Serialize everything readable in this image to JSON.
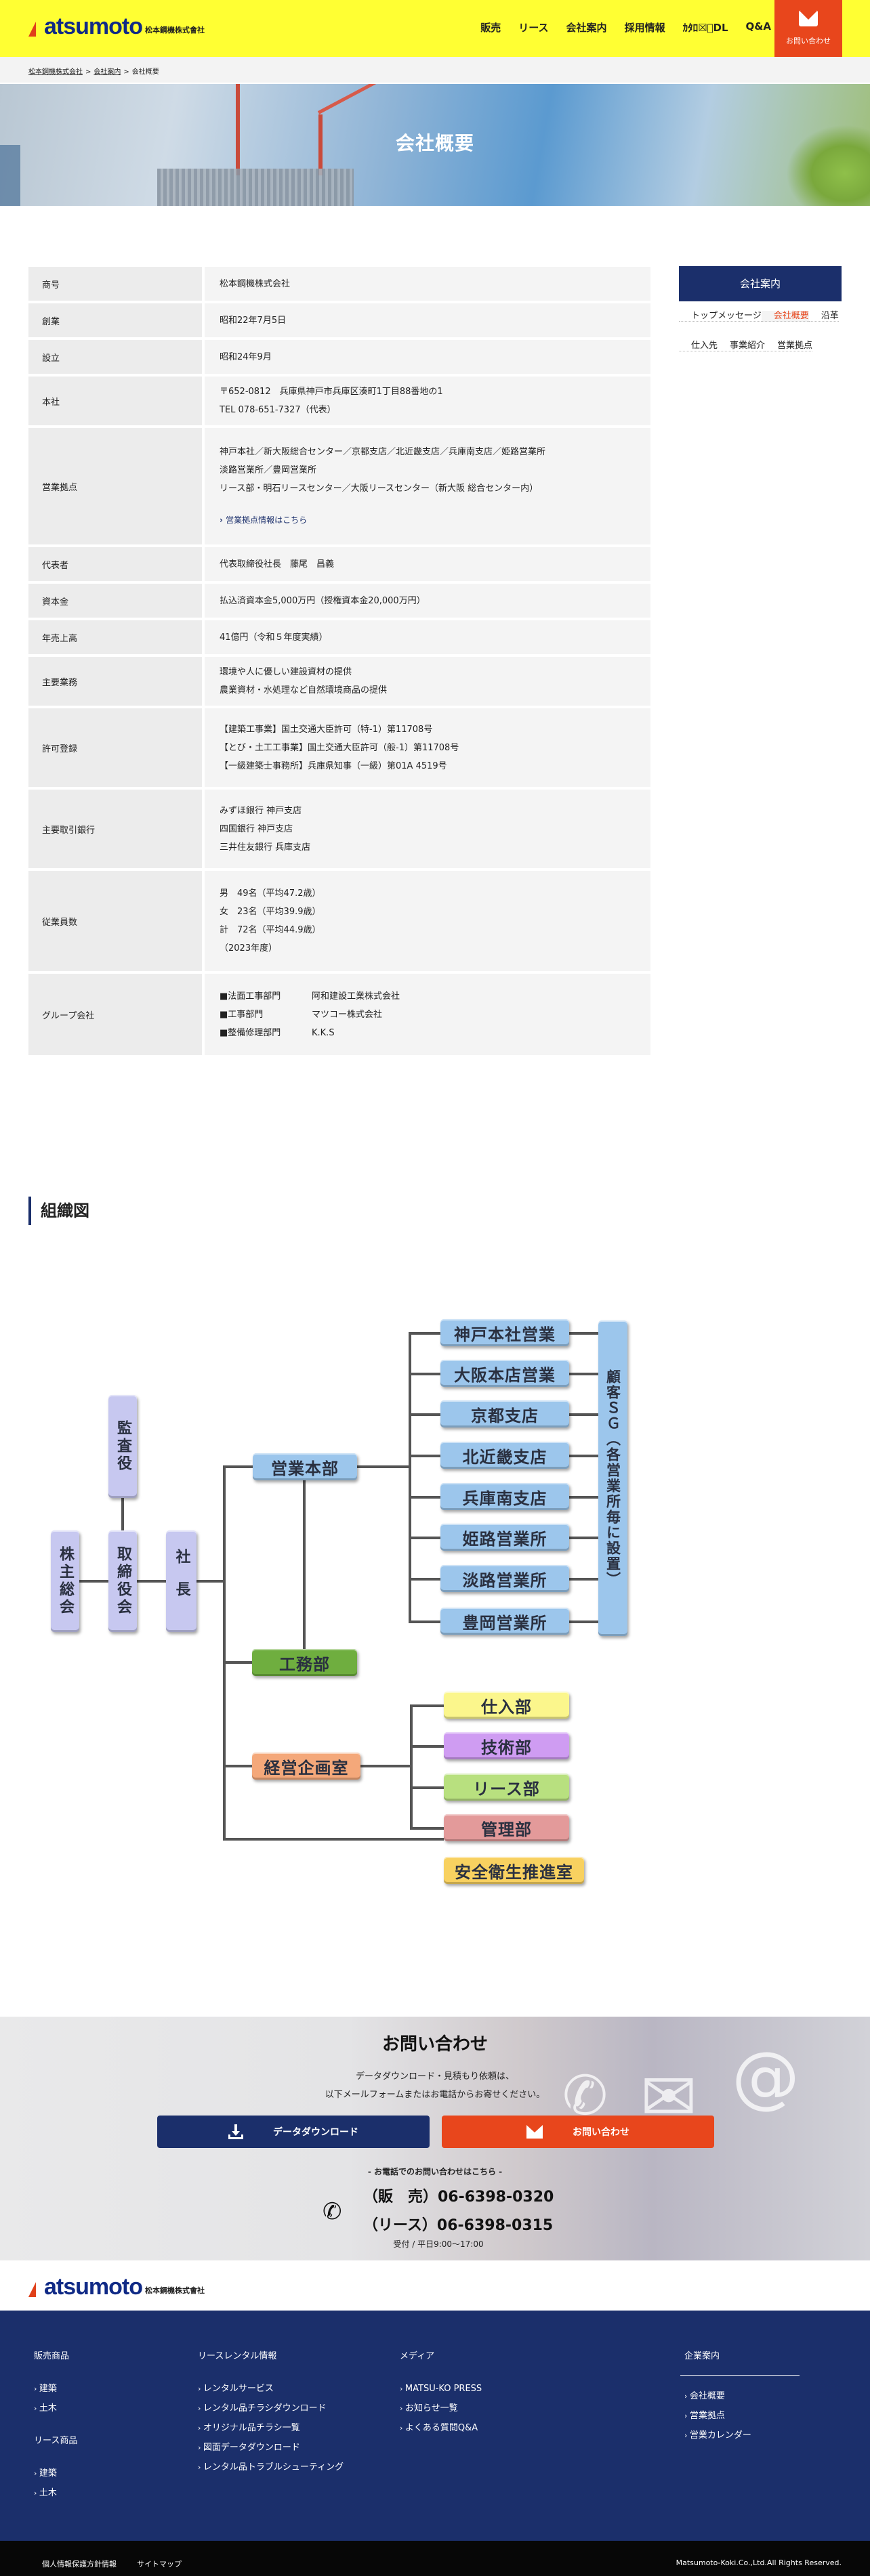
{
  "header": {
    "logo_text": "atsumoto",
    "logo_sub": "松本鋼機株式會社",
    "nav": [
      "販売",
      "リース",
      "会社案内",
      "採用情報",
      "ｶﾀﾛ☒ﾞDL",
      "Q&A"
    ],
    "contact_label": "お問い合わせ",
    "contact_icon": "mail-icon"
  },
  "breadcrumb": [
    "松本鋼機株式会社",
    "会社案内",
    "会社概要"
  ],
  "hero": {
    "title": "会社概要"
  },
  "company_info": [
    {
      "label": "商号",
      "lines": [
        "松本鋼機株式会社"
      ]
    },
    {
      "label": "創業",
      "lines": [
        "昭和22年7月5日"
      ]
    },
    {
      "label": "設立",
      "lines": [
        "昭和24年9月"
      ]
    },
    {
      "label": "本社",
      "lines": [
        "〒652-0812　兵庫県神戸市兵庫区湊町1丁目88番地の1",
        "TEL 078-651-7327（代表）"
      ]
    },
    {
      "label": "営業拠点",
      "lines": [
        "神戸本社／新大阪総合センター／京都支店／北近畿支店／兵庫南支店／姫路営業所",
        "淡路営業所／豊岡営業所",
        "リース部・明石リースセンター／大阪リースセンター（新大阪 総合センター内）"
      ],
      "link": "営業拠点情報はこちら"
    },
    {
      "label": "代表者",
      "lines": [
        "代表取締役社長　藤尾　昌義"
      ]
    },
    {
      "label": "資本金",
      "lines": [
        "払込済資本金5,000万円（授権資本金20,000万円）"
      ]
    },
    {
      "label": "年売上高",
      "lines": [
        "41億円（令和５年度実績）"
      ]
    },
    {
      "label": "主要業務",
      "lines": [
        "環境や人に優しい建設資材の提供",
        "農業資材・水処理など自然環境商品の提供"
      ]
    },
    {
      "label": "許可登録",
      "lines": [
        "【建築工事業】国土交通大臣許可（特-1）第11708号",
        "【とび・土工工事業】国土交通大臣許可（般-1）第11708号",
        "【一級建築士事務所】兵庫県知事（一級）第01A 4519号"
      ]
    },
    {
      "label": "主要取引銀行",
      "lines": [
        "みずほ銀行 神戸支店",
        "四国銀行 神戸支店",
        "三井住友銀行 兵庫支店"
      ]
    },
    {
      "label": "従業員数",
      "lines": [
        "男　49名（平均47.2歳）",
        "女　23名（平均39.9歳）",
        "計　72名（平均44.9歳）",
        "（2023年度）"
      ]
    },
    {
      "label": "グループ会社",
      "groups": [
        {
          "dept": "■法面工事部門",
          "company": "阿和建設工業株式会社"
        },
        {
          "dept": "■工事部門",
          "company": "マツコー株式会社"
        },
        {
          "dept": "■整備修理部門",
          "company": "K.K.S"
        }
      ]
    }
  ],
  "sidebar": {
    "title": "会社案内",
    "items": [
      {
        "label": "トップメッセージ",
        "active": false
      },
      {
        "label": "会社概要",
        "active": true
      },
      {
        "label": "沿革",
        "active": false
      },
      {
        "label": "仕入先",
        "active": false
      },
      {
        "label": "事業紹介",
        "active": false
      },
      {
        "label": "営業拠点",
        "active": false
      }
    ]
  },
  "org_section": {
    "title": "組織図"
  },
  "org_chart": {
    "shareholders": "株主総会",
    "board": "取締役会",
    "auditor": "監査役",
    "president": "社長",
    "sales_hq": "営業本部",
    "branches": [
      "神戸本社営業",
      "大阪本店営業",
      "京都支店",
      "北近畿支店",
      "兵庫南支店",
      "姫路営業所",
      "淡路営業所",
      "豊岡営業所"
    ],
    "customer_sg": "顧客ＳＧ（各営業所毎に設置）",
    "construction": "工務部",
    "planning": "経営企画室",
    "planning_depts": [
      "仕入部",
      "技術部",
      "リース部",
      "管理部"
    ],
    "safety": "安全衛生推進室",
    "colors": {
      "exec": "#c7c8f0",
      "sales": "#9cc6ec",
      "construction": "#6fae3f",
      "planning": "#f4a87a",
      "purchasing": "#fbf68c",
      "technical": "#cf9cf2",
      "lease": "#b8e07f",
      "admin": "#e39a9a",
      "safety": "#f8d160"
    }
  },
  "contact": {
    "title": "お問い合わせ",
    "lead": [
      "データダウンロード・見積もり依頼は、",
      "以下メールフォームまたはお電話からお寄せください。"
    ],
    "download_label": "データダウンロード",
    "inquiry_label": "お問い合わせ",
    "phone_caption": "- お電話でのお問い合わせはこちら -",
    "tel_sales": "（販　売）06-6398-0320",
    "tel_lease": "（リース）06-6398-0315",
    "hours": "受付 / 平日9:00〜17:00"
  },
  "footer": {
    "columns": [
      {
        "title": "販売商品",
        "items": [
          "建築",
          "土木"
        ],
        "sub_title": "リース商品",
        "sub_items": [
          "建築",
          "土木"
        ]
      },
      {
        "title": "リースレンタル情報",
        "items": [
          "レンタルサービス",
          "レンタル品チラシダウンロード",
          "オリジナル品チラシ一覧",
          "図面データダウンロード",
          "レンタル品トラブルシューティング"
        ]
      },
      {
        "title": "メディア",
        "items": [
          "MATSU-KO PRESS",
          "お知らせ一覧",
          "よくある質問Q&A"
        ]
      },
      {
        "title": "企業案内",
        "items": [
          "会社概要",
          "営業拠点",
          "営業カレンダー"
        ]
      }
    ],
    "bottom_links": [
      "個人情報保護方針情報",
      "サイトマップ"
    ],
    "copyright": "Matsumoto-Koki.Co.,Ltd.All Rights Reserved."
  },
  "colors": {
    "header_bg": "#ffff33",
    "accent": "#e8461c",
    "navy": "#1b2f6b"
  }
}
